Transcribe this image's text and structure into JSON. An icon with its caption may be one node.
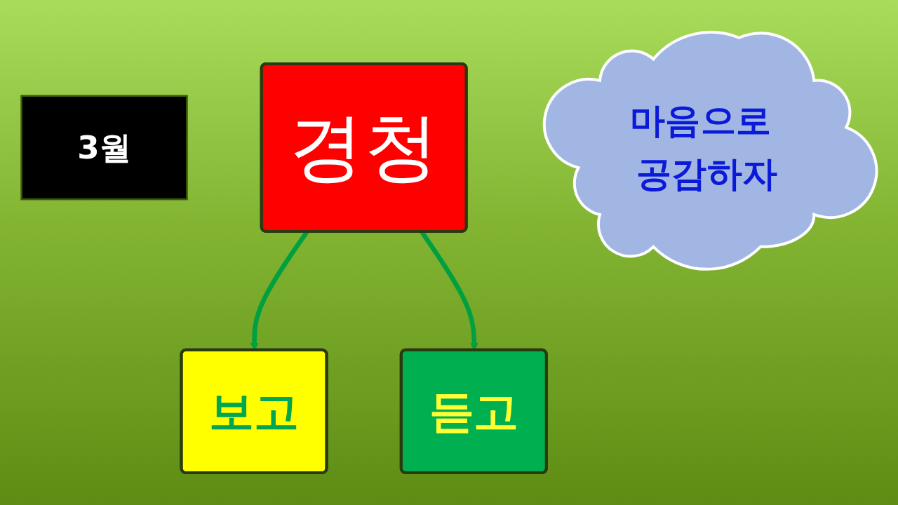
{
  "diagram": {
    "nodes": [
      {
        "text": [
          "3월"
        ]
      },
      {
        "text": [
          "경청"
        ]
      },
      {
        "text": [
          "마음으로 공감하자"
        ]
      },
      {
        "text": [
          "보고"
        ]
      },
      {
        "text": [
          "듣고"
        ]
      }
    ],
    "edges": [
      {
        "from": 1,
        "to": 3,
        "arrow": "to"
      },
      {
        "from": 1,
        "to": 4,
        "arrow": "to"
      }
    ]
  }
}
